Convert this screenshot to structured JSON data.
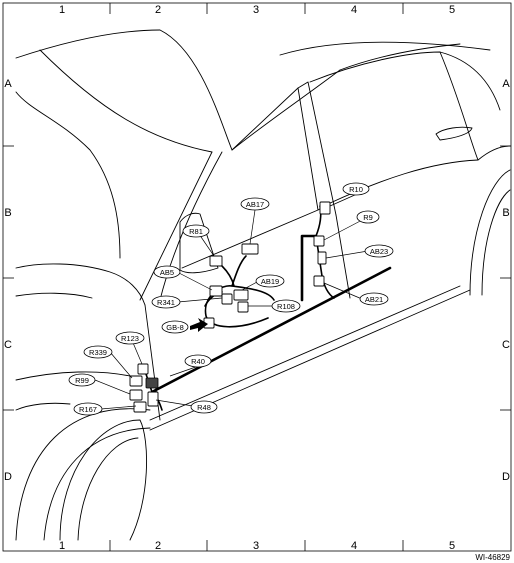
{
  "grid": {
    "columns": [
      "1",
      "2",
      "3",
      "4",
      "5"
    ],
    "rows": [
      "A",
      "B",
      "C",
      "D"
    ]
  },
  "reference": "WI-46829",
  "callouts": [
    {
      "id": "r10",
      "label": "R10"
    },
    {
      "id": "ab17",
      "label": "AB17"
    },
    {
      "id": "r9",
      "label": "R9"
    },
    {
      "id": "r81",
      "label": "R81"
    },
    {
      "id": "ab23",
      "label": "AB23"
    },
    {
      "id": "ab5",
      "label": "AB5"
    },
    {
      "id": "ab19",
      "label": "AB19"
    },
    {
      "id": "r341",
      "label": "R341"
    },
    {
      "id": "r108",
      "label": "R108"
    },
    {
      "id": "ab21",
      "label": "AB21"
    },
    {
      "id": "gb8",
      "label": "GB-8"
    },
    {
      "id": "r123",
      "label": "R123"
    },
    {
      "id": "r339",
      "label": "R339"
    },
    {
      "id": "r40",
      "label": "R40"
    },
    {
      "id": "r99",
      "label": "R99"
    },
    {
      "id": "r167",
      "label": "R167"
    },
    {
      "id": "r48",
      "label": "R48"
    }
  ]
}
